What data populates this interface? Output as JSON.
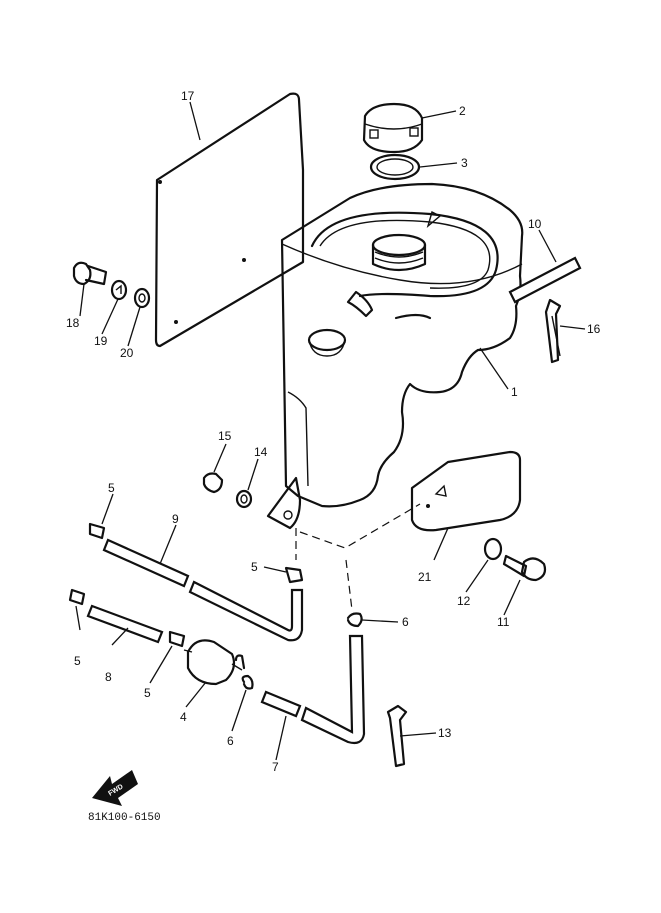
{
  "callouts": {
    "c1": "1",
    "c2": "2",
    "c3": "3",
    "c4": "4",
    "c5a": "5",
    "c5b": "5",
    "c5c": "5",
    "c5d": "5",
    "c6a": "6",
    "c6b": "6",
    "c7": "7",
    "c8": "8",
    "c9": "9",
    "c10": "10",
    "c11": "11",
    "c12": "12",
    "c13": "13",
    "c14": "14",
    "c15": "15",
    "c16": "16",
    "c17": "17",
    "c18": "18",
    "c19": "19",
    "c20": "20",
    "c21": "21"
  },
  "fwd_label": "FWD",
  "drawing_code": "81K100-6150"
}
